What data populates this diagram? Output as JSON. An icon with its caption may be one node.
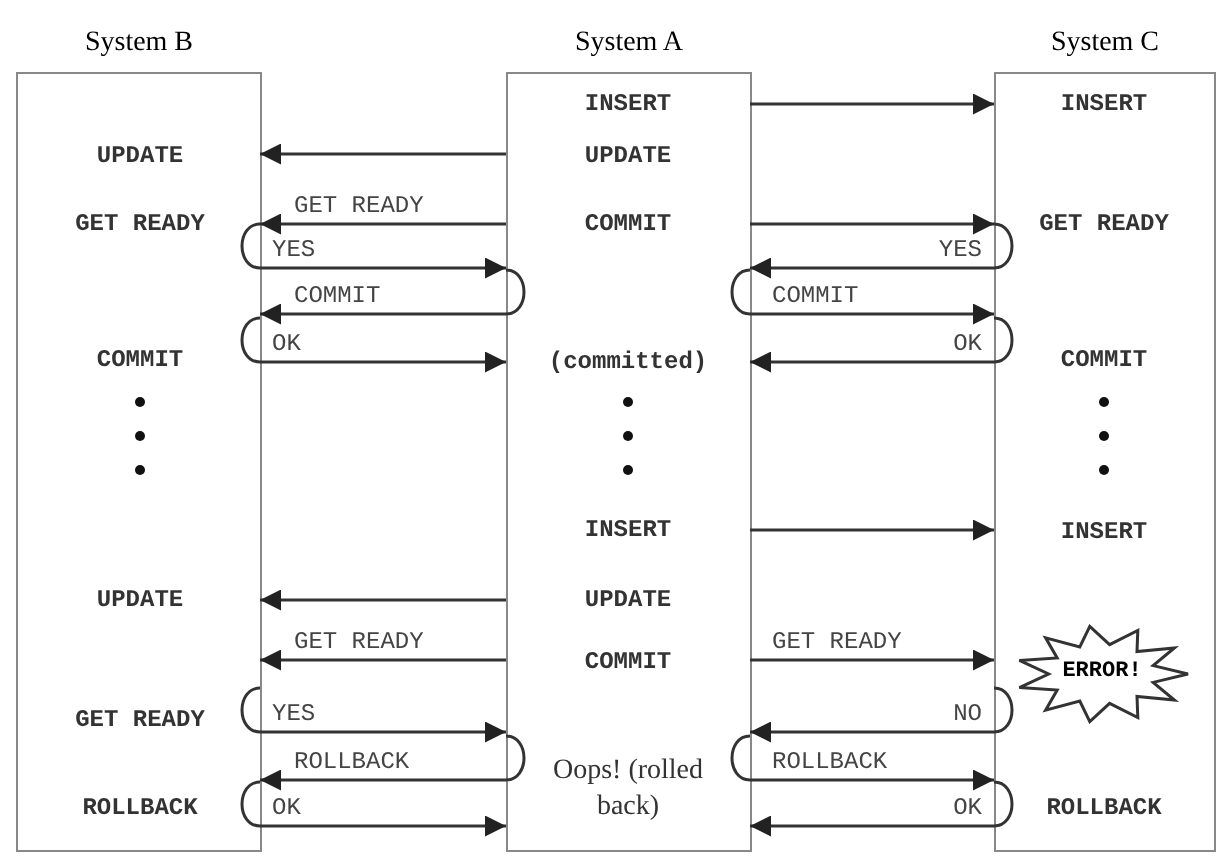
{
  "diagram": {
    "nodes": [
      {
        "text": [
          "System B"
        ]
      },
      {
        "text": [
          "System A"
        ]
      },
      {
        "text": [
          "System C"
        ]
      },
      {
        "text": [
          "ERROR!"
        ],
        "in": 2
      }
    ],
    "edges": [
      {
        "from": 1,
        "to": 2,
        "arrow": "to"
      },
      {
        "from": 1,
        "to": 0,
        "arrow": "to"
      },
      {
        "from": 1,
        "to": 0,
        "arrow": "to",
        "label": "GET READY"
      },
      {
        "from": 1,
        "to": 2,
        "arrow": "to"
      },
      {
        "from": 0,
        "to": 1,
        "arrow": "to",
        "label": "YES"
      },
      {
        "from": 2,
        "to": 1,
        "arrow": "to",
        "label": "YES"
      },
      {
        "from": 1,
        "to": 0,
        "arrow": "to",
        "label": "COMMIT"
      },
      {
        "from": 1,
        "to": 2,
        "arrow": "to",
        "label": "COMMIT"
      },
      {
        "from": 0,
        "to": 1,
        "arrow": "to",
        "label": "OK"
      },
      {
        "from": 2,
        "to": 1,
        "arrow": "to",
        "label": "OK"
      },
      {
        "from": 1,
        "to": 2,
        "arrow": "to"
      },
      {
        "from": 1,
        "to": 0,
        "arrow": "to"
      },
      {
        "from": 1,
        "to": 0,
        "arrow": "to",
        "label": "GET READY"
      },
      {
        "from": 1,
        "to": 2,
        "arrow": "to",
        "label": "GET READY"
      },
      {
        "from": 0,
        "to": 1,
        "arrow": "to",
        "label": "YES"
      },
      {
        "from": 2,
        "to": 1,
        "arrow": "to",
        "label": "NO"
      },
      {
        "from": 1,
        "to": 0,
        "arrow": "to",
        "label": "ROLLBACK"
      },
      {
        "from": 1,
        "to": 2,
        "arrow": "to",
        "label": "ROLLBACK"
      },
      {
        "from": 0,
        "to": 1,
        "arrow": "to",
        "label": "OK"
      },
      {
        "from": 2,
        "to": 1,
        "arrow": "to",
        "label": "OK"
      }
    ],
    "labels": [
      "INSERT",
      "INSERT",
      "UPDATE",
      "UPDATE",
      "GET READY",
      "COMMIT",
      "GET READY",
      "COMMIT",
      "(committed)",
      "COMMIT",
      "INSERT",
      "INSERT",
      "UPDATE",
      "UPDATE",
      "COMMIT",
      "GET READY",
      "ROLLBACK",
      "Oops! (rolled back)",
      "ROLLBACK"
    ]
  }
}
